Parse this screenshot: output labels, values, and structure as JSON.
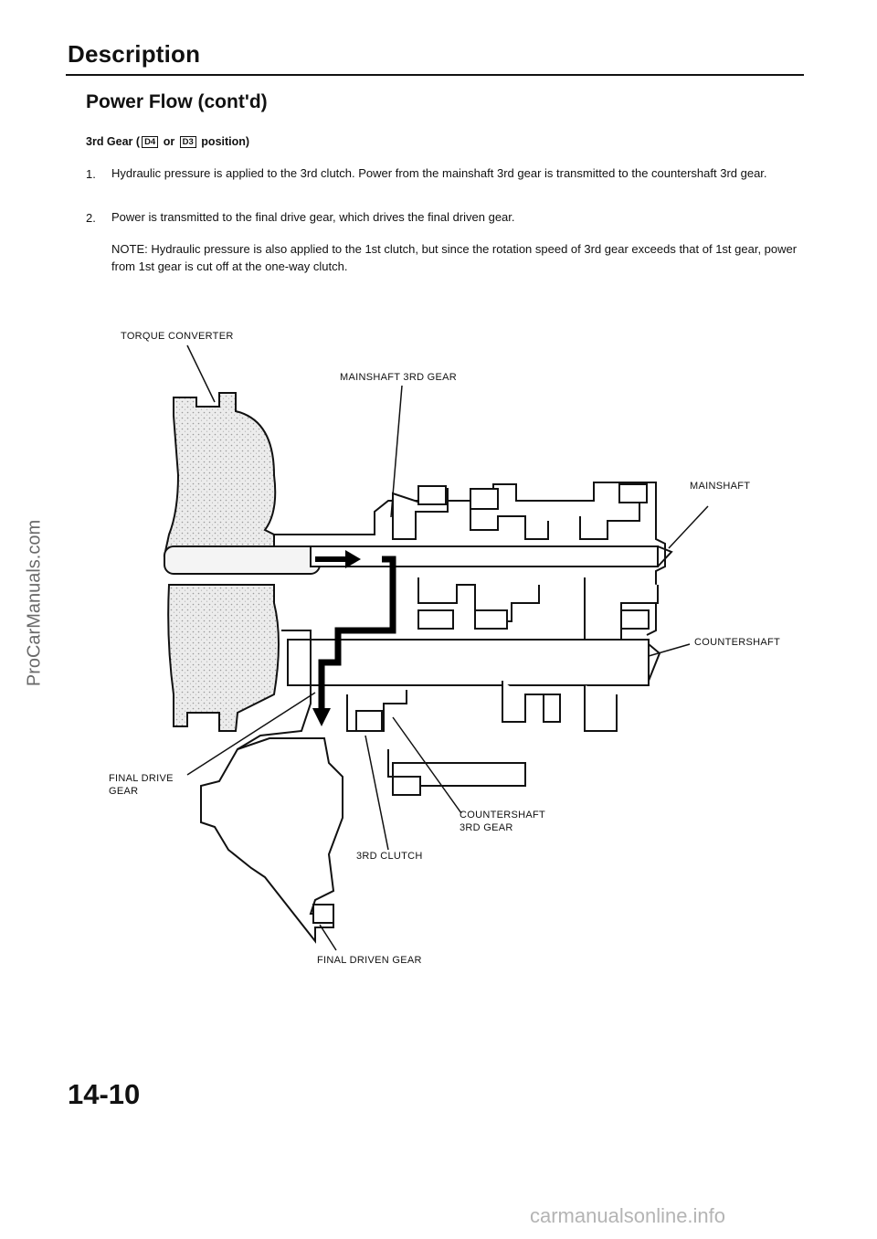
{
  "header": {
    "section_title": "Description",
    "subsection_title": "Power Flow (cont'd)"
  },
  "gear_heading": {
    "prefix": "3rd Gear (",
    "badge_1": "D4",
    "middle": " or ",
    "badge_2": "D3",
    "suffix": " position)"
  },
  "steps": [
    {
      "number": "1.",
      "text": "Hydraulic pressure is applied to the 3rd clutch. Power from the mainshaft 3rd gear is transmitted to the countershaft 3rd gear."
    },
    {
      "number": "2.",
      "text": "Power is transmitted to the final drive gear, which drives the final driven gear."
    }
  ],
  "note": "NOTE: Hydraulic pressure is also applied to the 1st clutch, but since the rotation speed of 3rd gear exceeds that of 1st gear, power from 1st gear is cut off at the one-way clutch.",
  "diagram_labels": {
    "torque_converter": "TORQUE CONVERTER",
    "mainshaft_3rd_gear": "MAINSHAFT 3RD GEAR",
    "mainshaft": "MAINSHAFT",
    "countershaft": "COUNTERSHAFT",
    "final_drive_gear_line1": "FINAL DRIVE",
    "final_drive_gear_line2": "GEAR",
    "countershaft_3rd_gear_line1": "COUNTERSHAFT",
    "countershaft_3rd_gear_line2": "3RD GEAR",
    "third_clutch": "3RD CLUTCH",
    "final_driven_gear": "FINAL DRIVEN GEAR"
  },
  "page_number": "14-10",
  "watermarks": {
    "side": "ProCarManuals.com",
    "bottom": "carmanualsonline.info"
  }
}
